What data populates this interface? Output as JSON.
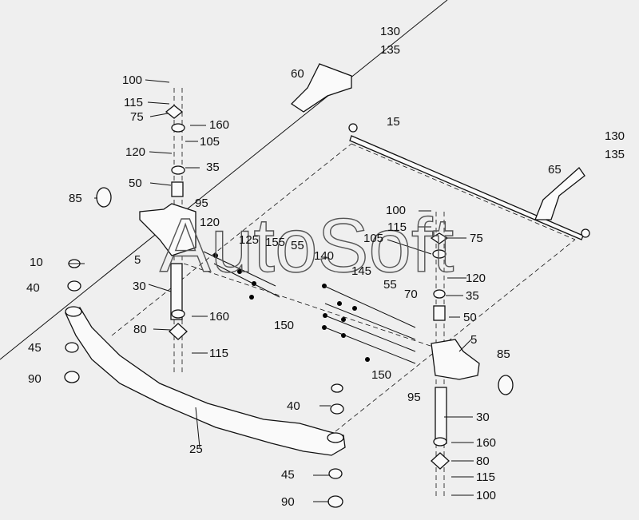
{
  "diagram": {
    "watermark": "AutoSoft",
    "callouts": [
      "130",
      "135",
      "60",
      "15",
      "130",
      "135",
      "65",
      "100",
      "115",
      "75",
      "160",
      "105",
      "120",
      "35",
      "50",
      "85",
      "95",
      "120",
      "125",
      "155",
      "55",
      "5",
      "140",
      "10",
      "40",
      "30",
      "145",
      "55",
      "70",
      "160",
      "80",
      "150",
      "45",
      "115",
      "90",
      "150",
      "95",
      "5",
      "85",
      "100",
      "115",
      "75",
      "105",
      "120",
      "35",
      "50",
      "40",
      "25",
      "30",
      "160",
      "80",
      "45",
      "115",
      "90",
      "100"
    ]
  }
}
